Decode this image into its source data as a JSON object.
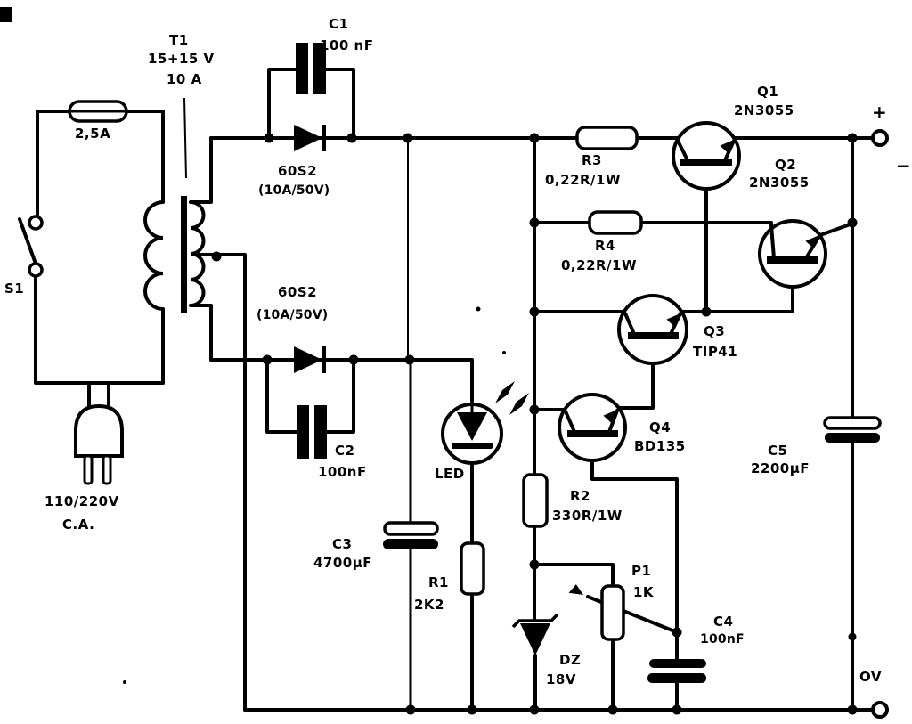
{
  "diagram": {
    "type": "schematic",
    "subject": "regulated DC power supply circuit",
    "ink_color": "#000000",
    "paper_color": "#ffffff"
  },
  "components": {
    "mains": {
      "voltage": "110/220V",
      "current_type": "C.A."
    },
    "switch_s1": {
      "ref": "S1"
    },
    "fuse_f1": {
      "value": "2,5A"
    },
    "transformer_t1": {
      "ref": "T1",
      "secondary_voltage": "15+15 V",
      "current": "10 A"
    },
    "diode_d1": {
      "value": "60S2",
      "rating": "(10A/50V)"
    },
    "diode_d2": {
      "value": "60S2",
      "rating": "(10A/50V)"
    },
    "cap_c1": {
      "ref": "C1",
      "value": "100 nF"
    },
    "cap_c2": {
      "ref": "C2",
      "value": "100nF"
    },
    "cap_c3": {
      "ref": "C3",
      "value": "4700µF"
    },
    "cap_c4": {
      "ref": "C4",
      "value": "100nF"
    },
    "cap_c5": {
      "ref": "C5",
      "value": "2200µF"
    },
    "res_r1": {
      "ref": "R1",
      "value": "2K2"
    },
    "res_r2": {
      "ref": "R2",
      "value": "330R/1W"
    },
    "res_r3": {
      "ref": "R3",
      "value": "0,22R/1W"
    },
    "res_r4": {
      "ref": "R4",
      "value": "0,22R/1W"
    },
    "pot_p1": {
      "ref": "P1",
      "value": "1K"
    },
    "zener_dz": {
      "ref": "DZ",
      "value": "18V"
    },
    "led_d3": {
      "ref": "LED"
    },
    "q1": {
      "ref": "Q1",
      "part": "2N3055"
    },
    "q2": {
      "ref": "Q2",
      "part": "2N3055"
    },
    "q3": {
      "ref": "Q3",
      "part": "TIP41"
    },
    "q4": {
      "ref": "Q4",
      "part": "BD135"
    }
  },
  "terminals": {
    "positive": "+",
    "negative": "−",
    "zero_volt": "OV"
  }
}
